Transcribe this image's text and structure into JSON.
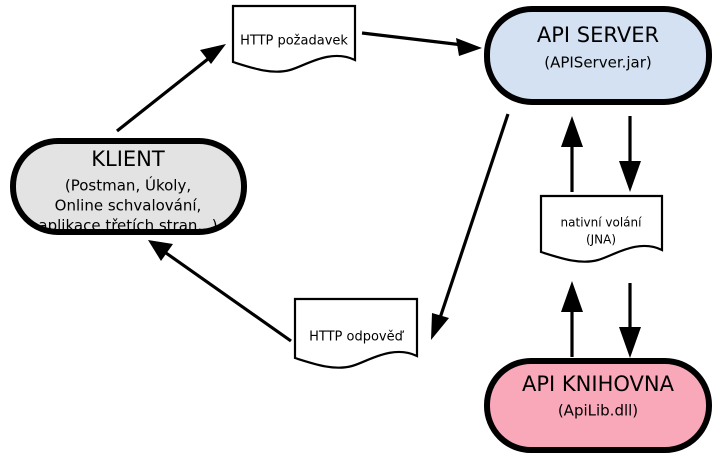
{
  "diagram": {
    "type": "architecture-flow-diagram",
    "language": "cs",
    "background_color": "#ffffff",
    "nodes": [
      {
        "id": "klient",
        "shape": "rounded-rectangle",
        "fill": "#e3e3e3",
        "stroke": "#000000",
        "title": "KLIENT",
        "sub_lines": [
          "(Postman, Úkoly,",
          "Online schvalování,",
          "aplikace třetích stran...)"
        ]
      },
      {
        "id": "api-server",
        "shape": "rounded-rectangle",
        "fill": "#d4e1f2",
        "stroke": "#000000",
        "title": "API SERVER",
        "sub_lines": [
          "(APIServer.jar)"
        ]
      },
      {
        "id": "api-knihovna",
        "shape": "rounded-rectangle",
        "fill": "#f9a8ba",
        "stroke": "#000000",
        "title": "API KNIHOVNA",
        "sub_lines": [
          "(ApiLib.dll)"
        ]
      }
    ],
    "documents": [
      {
        "id": "http-pozadavek",
        "shape": "document",
        "fill": "#ffffff",
        "stroke": "#000000",
        "lines": [
          "HTTP požadavek"
        ]
      },
      {
        "id": "http-odpoved",
        "shape": "document",
        "fill": "#ffffff",
        "stroke": "#000000",
        "lines": [
          "HTTP odpověď"
        ]
      },
      {
        "id": "nativni-volani",
        "shape": "document",
        "fill": "#ffffff",
        "stroke": "#000000",
        "lines": [
          "nativní volání",
          "(JNA)"
        ]
      }
    ],
    "edges": [
      {
        "id": "klient-to-pozadavek",
        "from": "klient",
        "to": "http-pozadavek",
        "style": "solid-arrow",
        "label": ""
      },
      {
        "id": "pozadavek-to-server",
        "from": "http-pozadavek",
        "to": "api-server",
        "style": "solid-arrow",
        "label": ""
      },
      {
        "id": "server-to-odpoved",
        "from": "api-server",
        "to": "http-odpoved",
        "style": "solid-arrow",
        "label": ""
      },
      {
        "id": "odpoved-to-klient",
        "from": "http-odpoved",
        "to": "klient",
        "style": "solid-arrow",
        "label": ""
      },
      {
        "id": "volani-to-server",
        "from": "nativni-volani",
        "to": "api-server",
        "style": "solid-arrow",
        "label": ""
      },
      {
        "id": "server-to-volani",
        "from": "api-server",
        "to": "nativni-volani",
        "style": "solid-arrow",
        "label": ""
      },
      {
        "id": "knihovna-to-volani",
        "from": "api-knihovna",
        "to": "nativni-volani",
        "style": "solid-arrow",
        "label": ""
      },
      {
        "id": "volani-to-knihovna",
        "from": "nativni-volani",
        "to": "api-knihovna",
        "style": "solid-arrow",
        "label": ""
      }
    ]
  }
}
